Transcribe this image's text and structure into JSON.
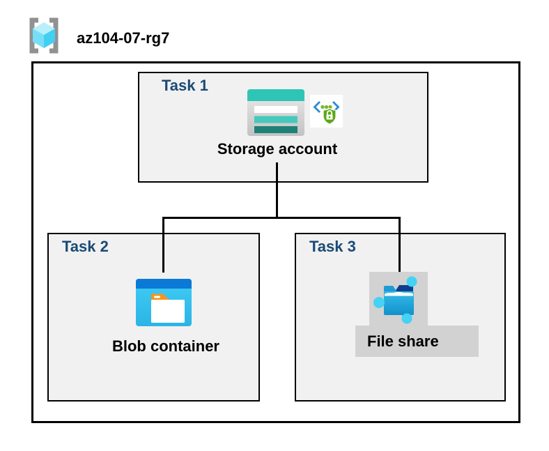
{
  "header": {
    "title": "az104-07-rg7",
    "icon": "resource-group-icon"
  },
  "tasks": [
    {
      "label": "Task 1",
      "item": "Storage account",
      "icons": [
        "storage-account-icon",
        "sas-shield-lock-icon"
      ]
    },
    {
      "label": "Task 2",
      "item": "Blob container",
      "icons": [
        "blob-container-icon"
      ]
    },
    {
      "label": "Task 3",
      "item": "File share",
      "icons": [
        "file-share-icon"
      ]
    }
  ],
  "colors": {
    "task_label": "#1a4a75",
    "task_box_fill": "#f1f1f1",
    "border": "#000000",
    "highlight_gray": "#d2d2d2",
    "storage_teal": "#2ec5b6",
    "storage_teal_dark": "#1d8177",
    "blob_top_blue": "#0b79d6",
    "blob_body_cyan": "#38c8f0",
    "file_folder_blue": "#1f9fd8",
    "file_node_blue": "#44d2f5",
    "file_navy": "#0a3f8f",
    "sas_green": "#5ca814",
    "sas_chevron_blue": "#2a8ad6",
    "rg_bracket_gray": "#919191",
    "rg_cube_blue": "#76dff7"
  }
}
